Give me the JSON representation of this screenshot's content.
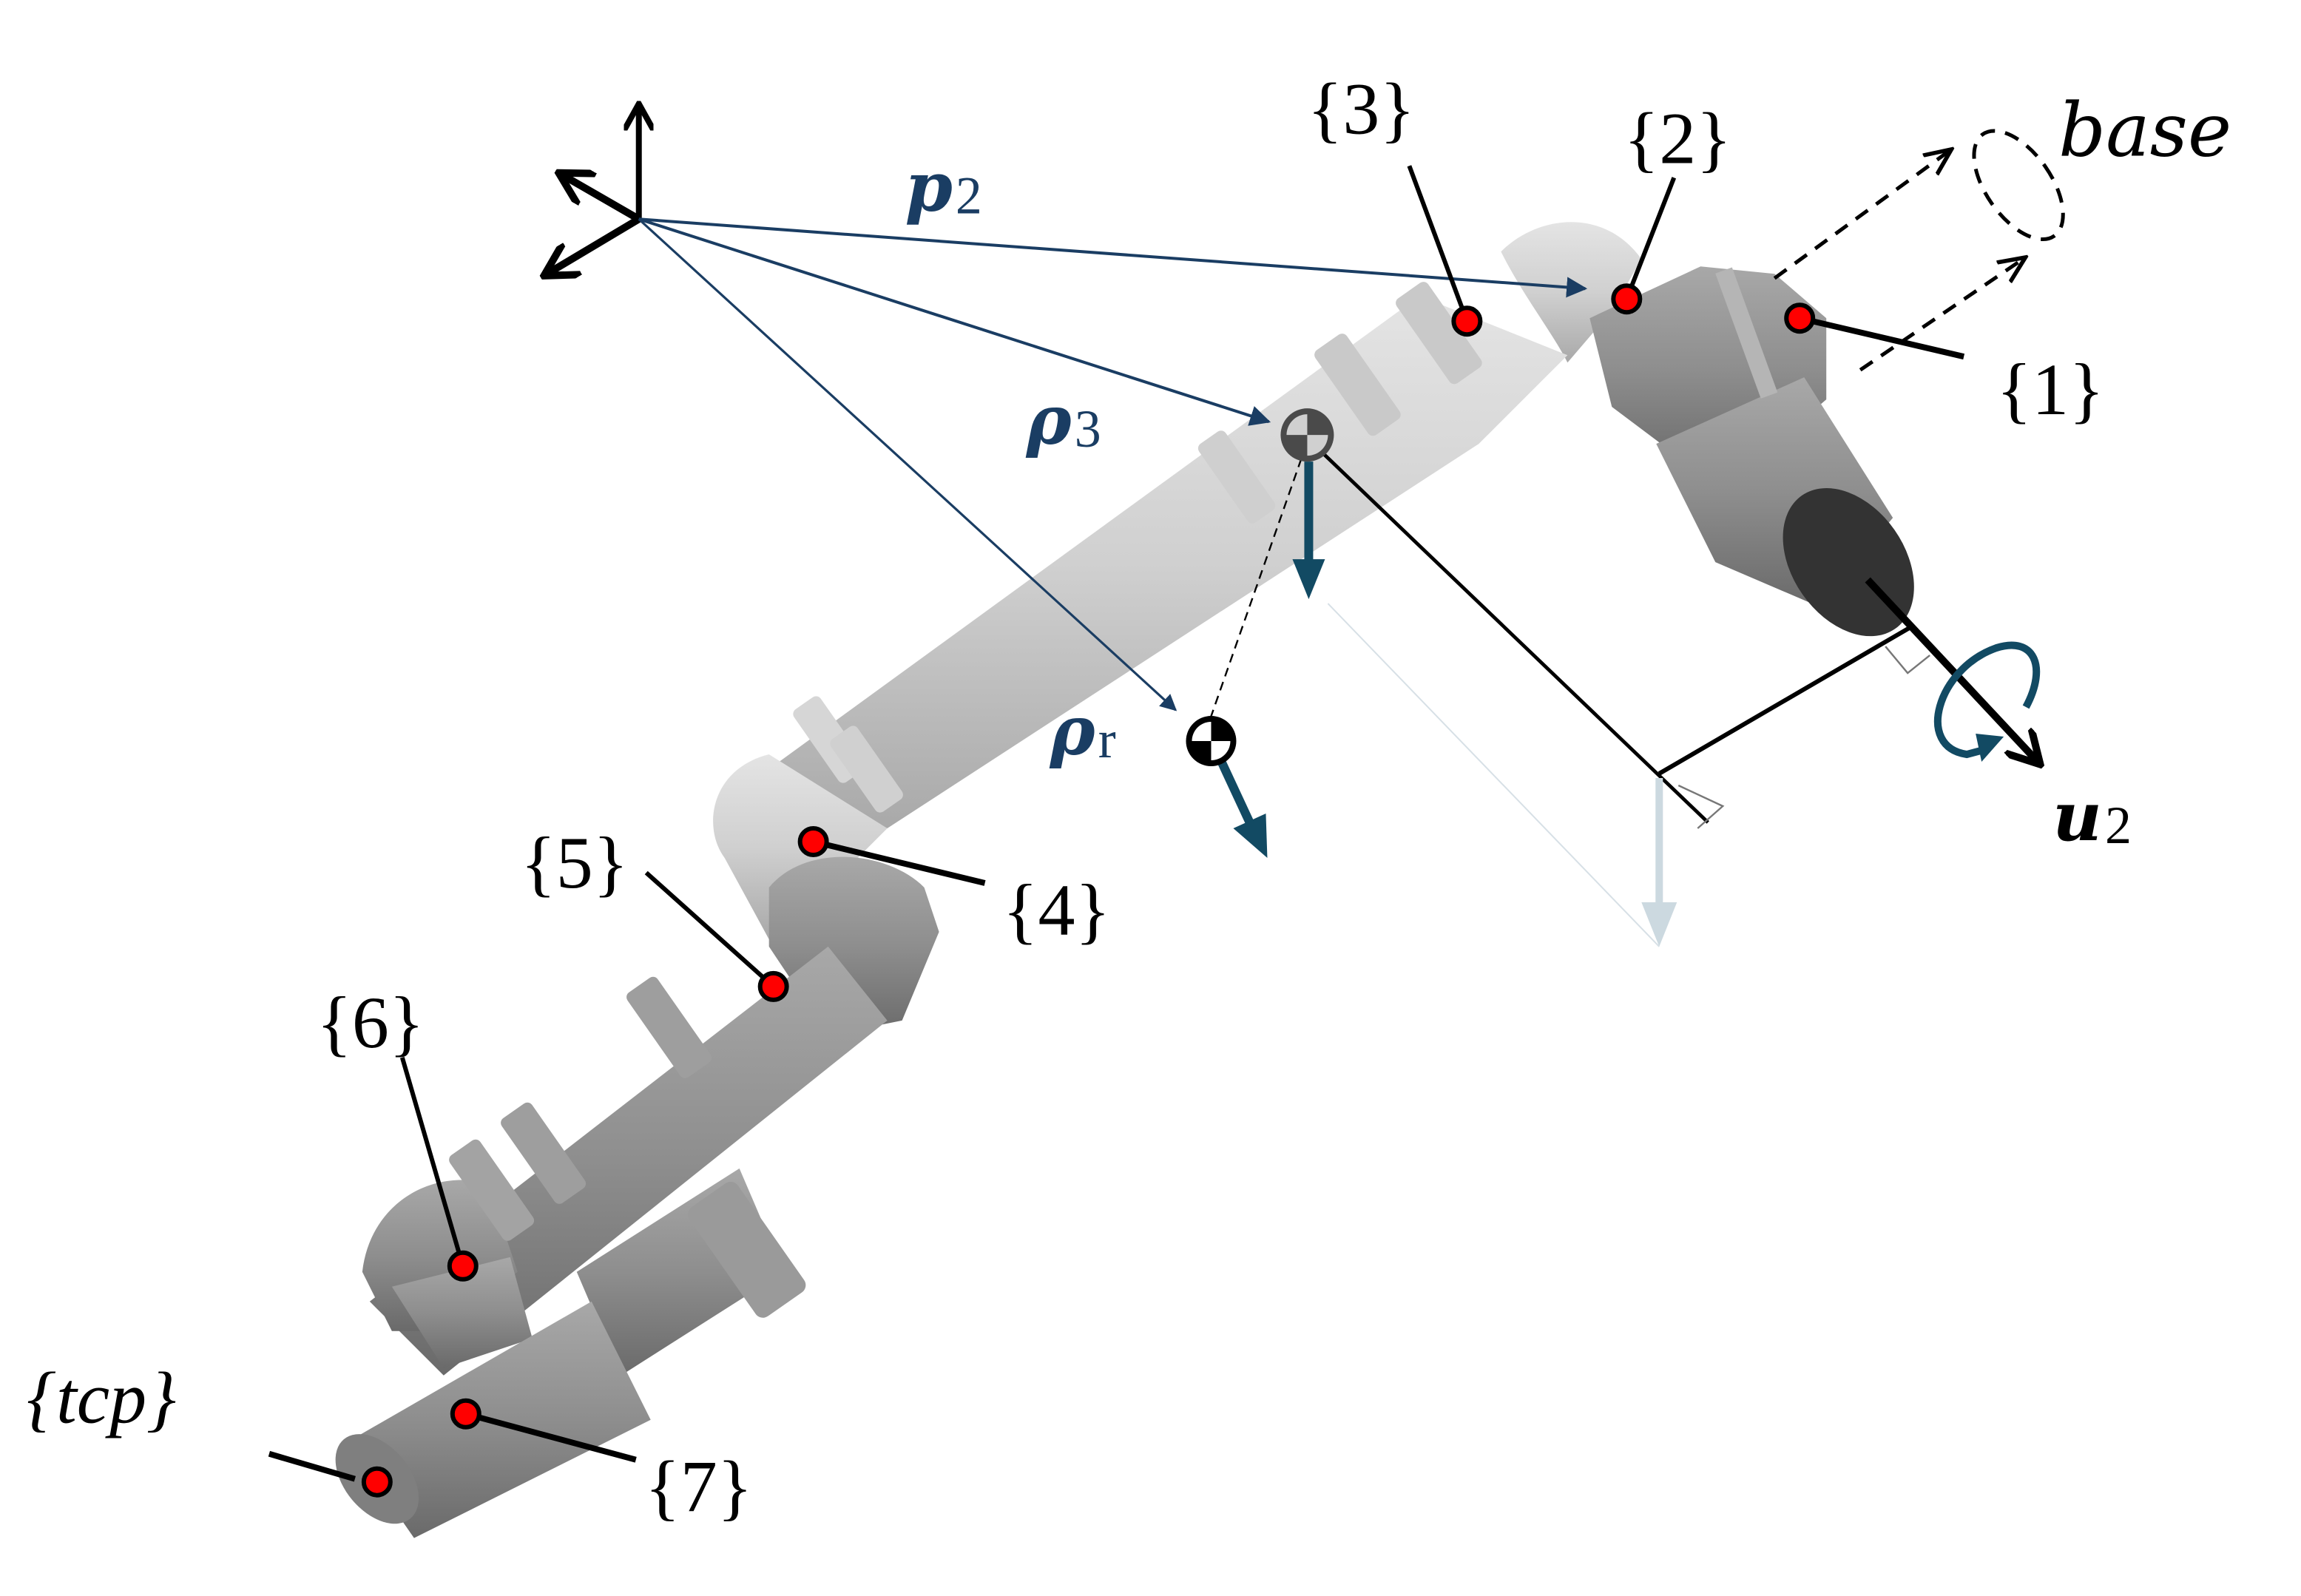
{
  "figure": {
    "title": "Serial manipulator with frame and center-of-mass annotations",
    "colors": {
      "vector_blue": "#1a3d63",
      "force_teal": "#124a63",
      "faded_force": "#ccd9e0",
      "frame_marker": "#ff0000",
      "ink": "#000000",
      "link_light": "#d2d2d2",
      "link_dark": "#8a8a8a",
      "link_end": "#333333"
    },
    "world_frame": {
      "name": "world-frame",
      "axes": 3
    },
    "vectors": [
      {
        "id": "p2",
        "label": "p",
        "subscript": "2",
        "target": "frame-2"
      },
      {
        "id": "rho3",
        "label": "ρ",
        "subscript": "3",
        "target": "com-link-3"
      },
      {
        "id": "rhor",
        "label": "ρ",
        "subscript": "r",
        "target": "com-rest"
      }
    ],
    "frames": [
      {
        "id": "1",
        "label": "{1}"
      },
      {
        "id": "2",
        "label": "{2}"
      },
      {
        "id": "3",
        "label": "{3}"
      },
      {
        "id": "4",
        "label": "{4}"
      },
      {
        "id": "5",
        "label": "{5}"
      },
      {
        "id": "6",
        "label": "{6}"
      },
      {
        "id": "7",
        "label": "{7}"
      },
      {
        "id": "tcp",
        "label": "{tcp}"
      }
    ],
    "base_label": "base",
    "axis": {
      "label": "u",
      "subscript": "2"
    },
    "centers_of_mass": [
      {
        "id": "com-link-3",
        "style": "gray"
      },
      {
        "id": "com-rest",
        "style": "black"
      }
    ]
  }
}
